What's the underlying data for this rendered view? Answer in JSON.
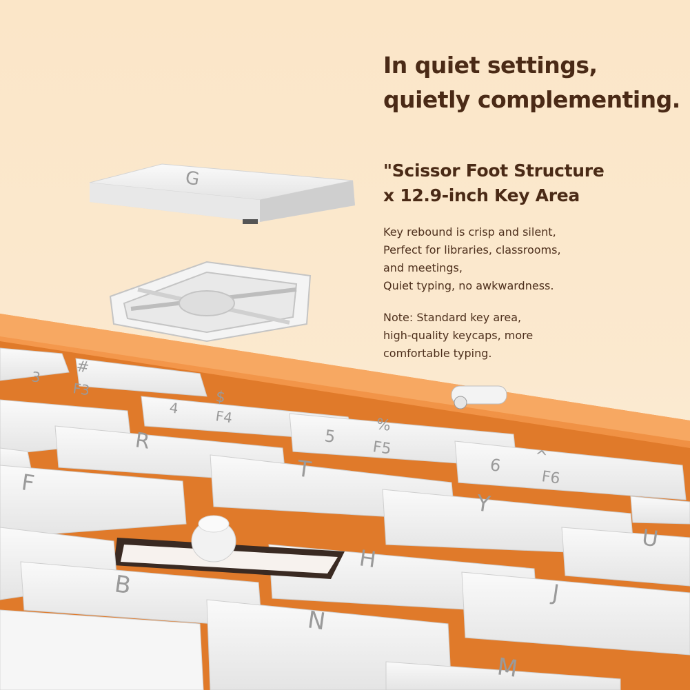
{
  "headline": {
    "line1": "In quiet settings,",
    "line2": "quietly complementing."
  },
  "subhead": {
    "line1": "\"Scissor Foot Structure",
    "line2": "x 12.9-inch Key Area"
  },
  "description": [
    "Key rebound is crisp and silent,",
    "Perfect for libraries, classrooms,",
    "and meetings,",
    "Quiet typing, no awkwardness."
  ],
  "note": [
    "Note: Standard key area,",
    "high-quality keycaps, more",
    "comfortable typing."
  ],
  "keys": {
    "floating": "G",
    "r": "R",
    "t": "T",
    "y": "Y",
    "f": "F",
    "h": "H",
    "j": "J",
    "b": "B",
    "n": "N",
    "m": "M",
    "u": "U",
    "five": "5",
    "f5": "F5",
    "percent": "%",
    "six": "6",
    "f6": "F6",
    "caret": "^",
    "four": "4",
    "f4": "F4",
    "dollar": "$",
    "three": "3",
    "f3": "F3",
    "hash": "#"
  },
  "colors": {
    "background": "#fbe6c8",
    "frame": "#f08a3c",
    "keycap": "#f1f1f1",
    "text": "#4a2a16"
  }
}
